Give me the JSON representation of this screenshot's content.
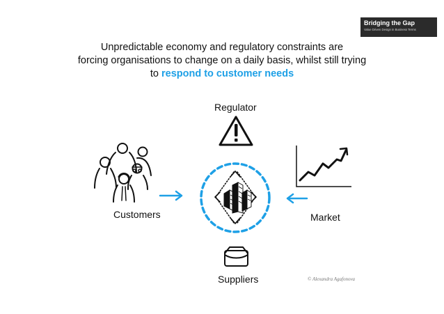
{
  "brand": {
    "title": "Bridging the Gap",
    "subtitle": "Value Driven Design in Business Terms"
  },
  "headline": {
    "line1": "Unpredictable economy and regulatory constraints are",
    "line2": "forcing organisations to change on a daily basis, whilst still trying",
    "line3_prefix": "to ",
    "line3_highlight": "respond to customer needs"
  },
  "labels": {
    "regulator": "Regulator",
    "customers": "Customers",
    "market": "Market",
    "suppliers": "Suppliers"
  },
  "credit": "© Alexandra Agafonova",
  "colors": {
    "accent": "#1ea0e6",
    "text": "#111111",
    "badge_bg": "#2b2b2b"
  },
  "icons": [
    "warning-icon",
    "people-icon",
    "chart-icon",
    "box-icon",
    "buildings-icon"
  ]
}
